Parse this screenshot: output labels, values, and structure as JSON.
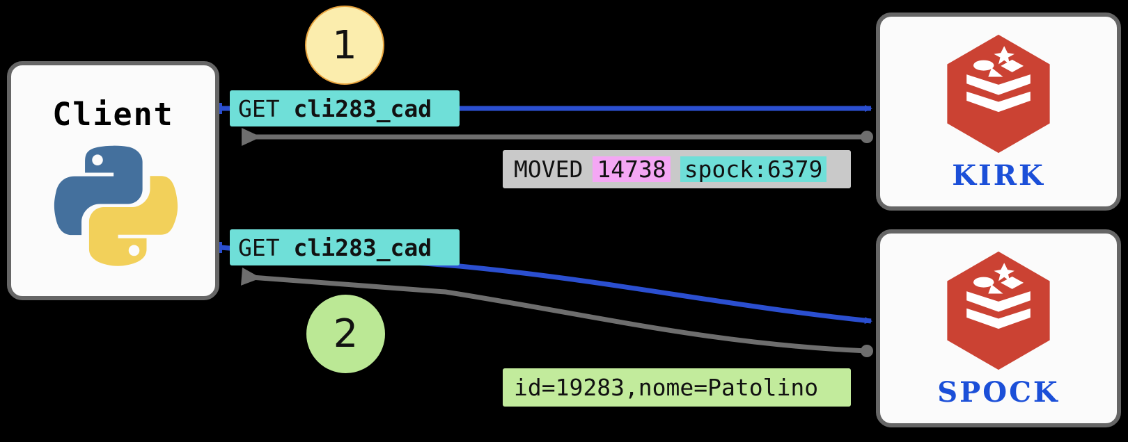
{
  "diagram": {
    "title_hidden": "",
    "background": "#000000",
    "accent_request": "#2b4fd0",
    "accent_reply": "#6e6e6e"
  },
  "client": {
    "label": "Client",
    "logo": "python-logo"
  },
  "nodes": [
    {
      "name": "KIRK",
      "logo": "redis-logo",
      "label_color": "#1b4fd8"
    },
    {
      "name": "SPOCK",
      "logo": "redis-logo",
      "label_color": "#1b4fd8"
    }
  ],
  "badges": [
    {
      "step": "1",
      "fill": "#fbedad",
      "stroke": "#e8a33d"
    },
    {
      "step": "2",
      "fill": "#bbe895",
      "stroke": "#bbe895"
    }
  ],
  "labels": {
    "request_1": {
      "verb": "GET ",
      "key": "cli283_cad",
      "bg": "#6fdfd8"
    },
    "request_2": {
      "verb": "GET ",
      "key": "cli283_cad",
      "bg": "#6fdfd8"
    },
    "moved": {
      "command": "MOVED",
      "slot": "14738",
      "target": "spock:6379",
      "bg": "#c9c9c9",
      "slot_bg": "#f4a7f4",
      "target_bg": "#6fdfd8"
    },
    "value": {
      "text": "id=19283,nome=Patolino",
      "bg": "#c2eb9c"
    }
  },
  "edges": [
    {
      "name": "client-to-kirk-request",
      "kind": "request",
      "color": "#2b4fd0"
    },
    {
      "name": "kirk-to-client-reply",
      "kind": "reply",
      "color": "#6e6e6e"
    },
    {
      "name": "client-to-spock-request",
      "kind": "request",
      "color": "#2b4fd0"
    },
    {
      "name": "spock-to-client-reply",
      "kind": "reply",
      "color": "#6e6e6e"
    }
  ]
}
